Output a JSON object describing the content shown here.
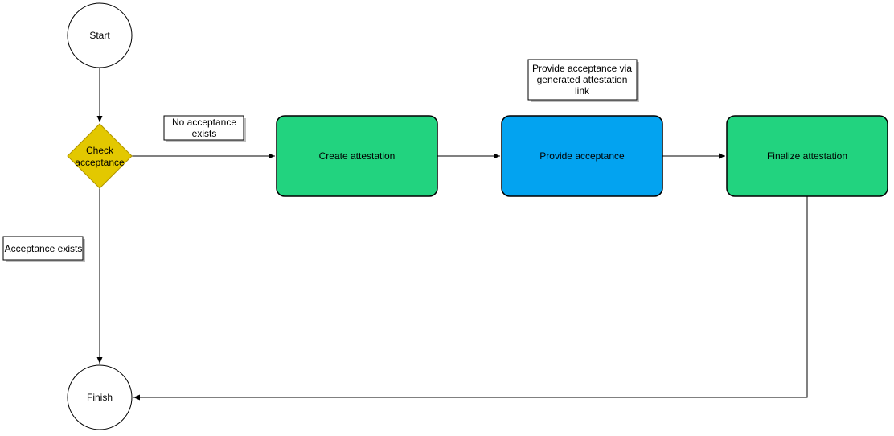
{
  "diagram": {
    "nodes": {
      "start": {
        "label": "Start"
      },
      "check": {
        "label_line1": "Check",
        "label_line2": "acceptance"
      },
      "create": {
        "label": "Create attestation"
      },
      "provide": {
        "label": "Provide acceptance"
      },
      "finalize": {
        "label": "Finalize attestation"
      },
      "finish": {
        "label": "Finish"
      }
    },
    "notes": {
      "no_acceptance": {
        "line1": "No acceptance",
        "line2": "exists"
      },
      "acceptance_exists": {
        "label": "Acceptance exists"
      },
      "provide_via_link": {
        "line1": "Provide acceptance via",
        "line2": "generated attestation",
        "line3": "link"
      }
    },
    "colors": {
      "start_fill": "#ffffff",
      "decision_fill": "#e3c800",
      "decision_stroke": "#b09500",
      "process_green": "#22d37f",
      "process_blue": "#03a3f0",
      "stroke": "#000000"
    }
  }
}
